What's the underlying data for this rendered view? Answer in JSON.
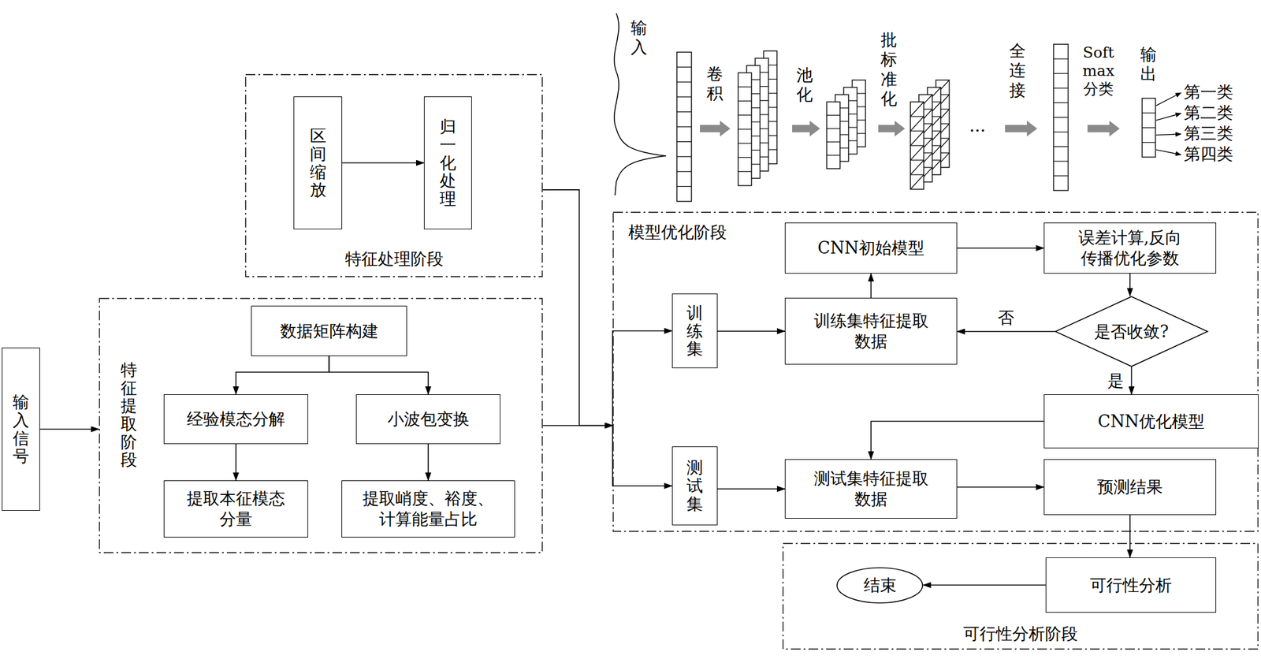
{
  "diagram": {
    "nodes": [
      {
        "text": [
          "输入信号"
        ]
      },
      {
        "text": [
          "特征处理阶段"
        ]
      },
      {
        "text": [
          "区间缩放"
        ],
        "in": 1
      },
      {
        "text": [
          "归一化处理"
        ],
        "in": 1
      },
      {
        "text": [
          "特征提取阶段"
        ]
      },
      {
        "text": [
          "数据矩阵构建"
        ],
        "in": 4
      },
      {
        "text": [
          "经验模态分解"
        ],
        "in": 4
      },
      {
        "text": [
          "小波包变换"
        ],
        "in": 4
      },
      {
        "text": [
          "提取本征模态 分量"
        ],
        "in": 4
      },
      {
        "text": [
          "提取峭度、裕度、 计算能量占比"
        ],
        "in": 4
      },
      {
        "text": [
          "模型优化阶段"
        ]
      },
      {
        "text": [
          "训练集"
        ],
        "in": 10
      },
      {
        "text": [
          "CNN初始模型"
        ],
        "in": 10
      },
      {
        "text": [
          "误差计算,反向 传播优化参数"
        ],
        "in": 10
      },
      {
        "text": [
          "训练集特征提取 数据"
        ],
        "in": 10
      },
      {
        "text": [
          "是否收敛?"
        ],
        "in": 10
      },
      {
        "text": [
          "CNN优化模型"
        ],
        "in": 10
      },
      {
        "text": [
          "测试集"
        ],
        "in": 10
      },
      {
        "text": [
          "测试集特征提取 数据"
        ],
        "in": 10
      },
      {
        "text": [
          "预测结果"
        ],
        "in": 10
      },
      {
        "text": [
          "可行性分析阶段"
        ]
      },
      {
        "text": [
          "结束"
        ],
        "in": 20
      },
      {
        "text": [
          "可行性分析"
        ],
        "in": 20
      }
    ],
    "edges": [
      {
        "from": 0,
        "to": 4,
        "arrow": "to"
      },
      {
        "from": 2,
        "to": 3,
        "arrow": "to"
      },
      {
        "from": 5,
        "to": 6,
        "arrow": "to"
      },
      {
        "from": 5,
        "to": 7,
        "arrow": "to"
      },
      {
        "from": 6,
        "to": 8,
        "arrow": "to"
      },
      {
        "from": 7,
        "to": 9,
        "arrow": "to"
      },
      {
        "from": 1,
        "to": 10,
        "arrow": "to"
      },
      {
        "from": 4,
        "to": 10,
        "arrow": "to"
      },
      {
        "from": 10,
        "to": 11,
        "arrow": "to"
      },
      {
        "from": 10,
        "to": 17,
        "arrow": "to"
      },
      {
        "from": 11,
        "to": 14,
        "arrow": "to"
      },
      {
        "from": 14,
        "to": 12,
        "arrow": "to"
      },
      {
        "from": 12,
        "to": 13,
        "arrow": "to"
      },
      {
        "from": 13,
        "to": 15,
        "arrow": "to"
      },
      {
        "from": 15,
        "to": 14,
        "label": "否",
        "arrow": "to"
      },
      {
        "from": 15,
        "to": 16,
        "label": "是",
        "arrow": "to"
      },
      {
        "from": 16,
        "to": 18,
        "arrow": "to"
      },
      {
        "from": 17,
        "to": 18,
        "arrow": "to"
      },
      {
        "from": 18,
        "to": 19,
        "arrow": "to"
      },
      {
        "from": 19,
        "to": 22,
        "arrow": "to"
      },
      {
        "from": 22,
        "to": 21,
        "arrow": "to"
      }
    ],
    "labels": [
      "输入",
      "卷积",
      "池化",
      "批标准化",
      "…",
      "全连接",
      "Soft max 分类",
      "输出",
      "第一类",
      "第二类",
      "第三类",
      "第四类"
    ]
  }
}
